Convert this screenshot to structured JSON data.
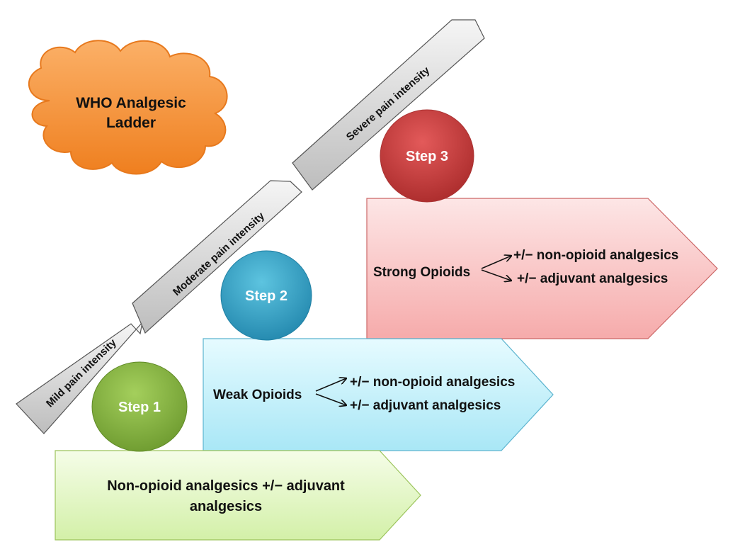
{
  "title": {
    "line1": "WHO Analgesic",
    "line2": "Ladder"
  },
  "intensity": {
    "mild": "Mild pain intensity",
    "moderate": "Moderate pain intensity",
    "severe": "Severe pain intensity"
  },
  "steps": {
    "step1": {
      "label": "Step 1",
      "text_line1": "Non-opioid analgesics +/− adjuvant",
      "text_line2": "analgesics"
    },
    "step2": {
      "label": "Step 2",
      "drug": "Weak Opioids",
      "option1": "+/− non-opioid analgesics",
      "option2": "+/− adjuvant analgesics"
    },
    "step3": {
      "label": "Step 3",
      "drug": "Strong Opioids",
      "option1": "+/− non-opioid analgesics",
      "option2": "+/− adjuvant analgesics"
    }
  },
  "colors": {
    "cloud": "#f58a2a",
    "step1_circle": "#7aa83a",
    "step2_circle": "#2f9dbf",
    "step3_circle": "#c23b3b",
    "step1_box": "#e4f7c6",
    "step2_box": "#bfeef8",
    "step3_box": "#fbc6c6",
    "intensity_arrow": "#d9d9d9"
  }
}
